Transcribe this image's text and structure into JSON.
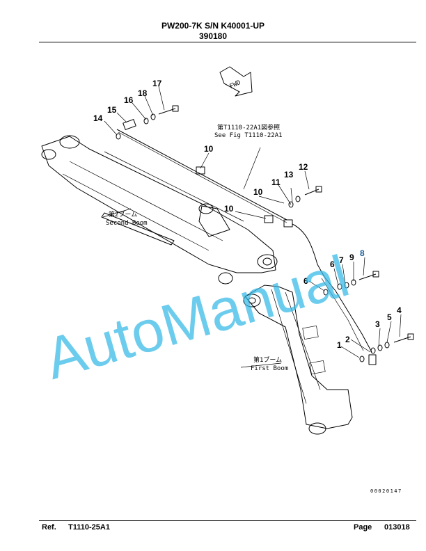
{
  "header": {
    "title": "PW200-7K S/N K40001-UP",
    "code": "390180"
  },
  "footer": {
    "ref_label": "Ref.",
    "ref_value": "T1110-25A1",
    "page_label": "Page",
    "page_value": "013018"
  },
  "drawing_number": "00020147",
  "fwd_label": "FWD",
  "see_fig": {
    "jp": "第T1110-22A1図参照",
    "en": "See Fig T1110-22A1"
  },
  "second_boom": {
    "jp": "第2ブーム",
    "en": "Second Boom"
  },
  "first_boom": {
    "jp": "第1ブーム",
    "en": "First Boom"
  },
  "watermark": "AutoManual",
  "callouts": [
    "17",
    "18",
    "16",
    "15",
    "14",
    "10",
    "10",
    "10",
    "13",
    "12",
    "11",
    "6",
    "7",
    "9",
    "8",
    "6",
    "1",
    "2",
    "3",
    "5",
    "4"
  ],
  "accent_color": "#1e5e9a",
  "watermark_color": "#33b8e6"
}
